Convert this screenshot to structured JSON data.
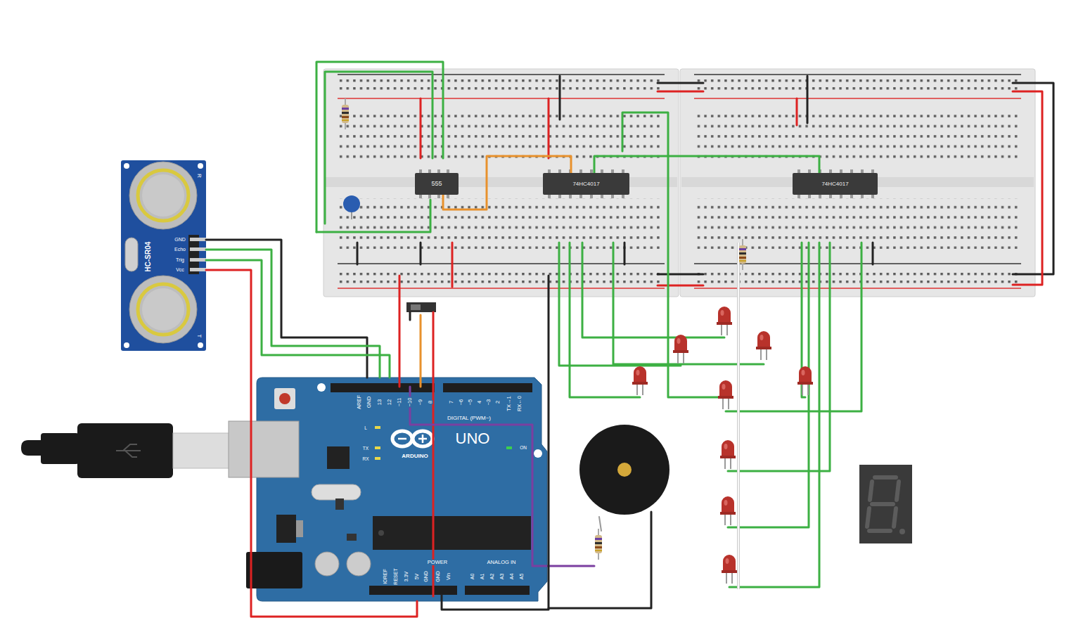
{
  "diagram": {
    "nodes": [
      {
        "text": [
          "HC-SR04"
        ]
      },
      {
        "text": [
          "555"
        ]
      },
      {
        "text": [
          "74HC4017"
        ]
      },
      {
        "text": [
          "74HC4017"
        ]
      },
      {
        "text": [
          "UNO",
          "ARDUINO"
        ]
      }
    ],
    "edges": [
      {
        "from": 0,
        "to": 4,
        "arrow": "none"
      },
      {
        "from": 0,
        "to": 4,
        "arrow": "none"
      },
      {
        "from": 0,
        "to": 4,
        "arrow": "none"
      },
      {
        "from": 0,
        "to": 4,
        "arrow": "none"
      },
      {
        "from": 1,
        "to": 2,
        "arrow": "none"
      },
      {
        "from": 2,
        "to": 3,
        "arrow": "none"
      }
    ],
    "labels": [
      "R",
      "T",
      "GND",
      "Echo",
      "Trig",
      "Vcc",
      "AREF",
      "GND",
      "13",
      "12",
      "~11",
      "~10",
      "~9",
      "8",
      "7",
      "~6",
      "~5",
      "4",
      "~3",
      "2",
      "TX→1",
      "RX←0",
      "DIGITAL (PWM~)",
      "L",
      "TX",
      "RX",
      "ON",
      "IOREF",
      "RESET",
      "3.3V",
      "5V",
      "GND",
      "GND",
      "Vin",
      "POWER",
      "ANALOG IN",
      "A0",
      "A1",
      "A2",
      "A3",
      "A4",
      "A5"
    ]
  }
}
